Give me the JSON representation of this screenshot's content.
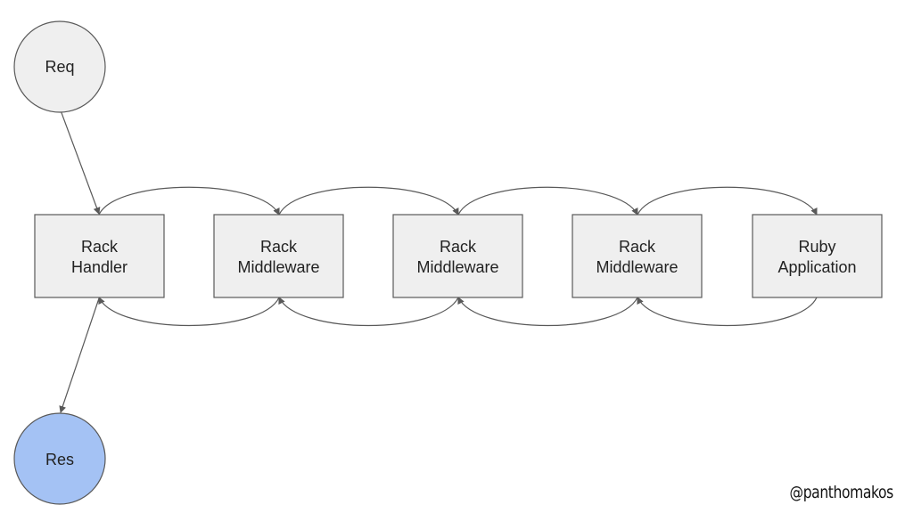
{
  "colors": {
    "box_fill": "#efefef",
    "box_stroke": "#595959",
    "req_fill": "#efefef",
    "res_fill": "#a4c2f4",
    "arrow": "#595959"
  },
  "request_node": {
    "label": "Req"
  },
  "response_node": {
    "label": "Res"
  },
  "chain": [
    {
      "line1": "Rack",
      "line2": "Handler"
    },
    {
      "line1": "Rack",
      "line2": "Middleware"
    },
    {
      "line1": "Rack",
      "line2": "Middleware"
    },
    {
      "line1": "Rack",
      "line2": "Middleware"
    },
    {
      "line1": "Ruby",
      "line2": "Application"
    }
  ],
  "credit": "@panthomakos"
}
